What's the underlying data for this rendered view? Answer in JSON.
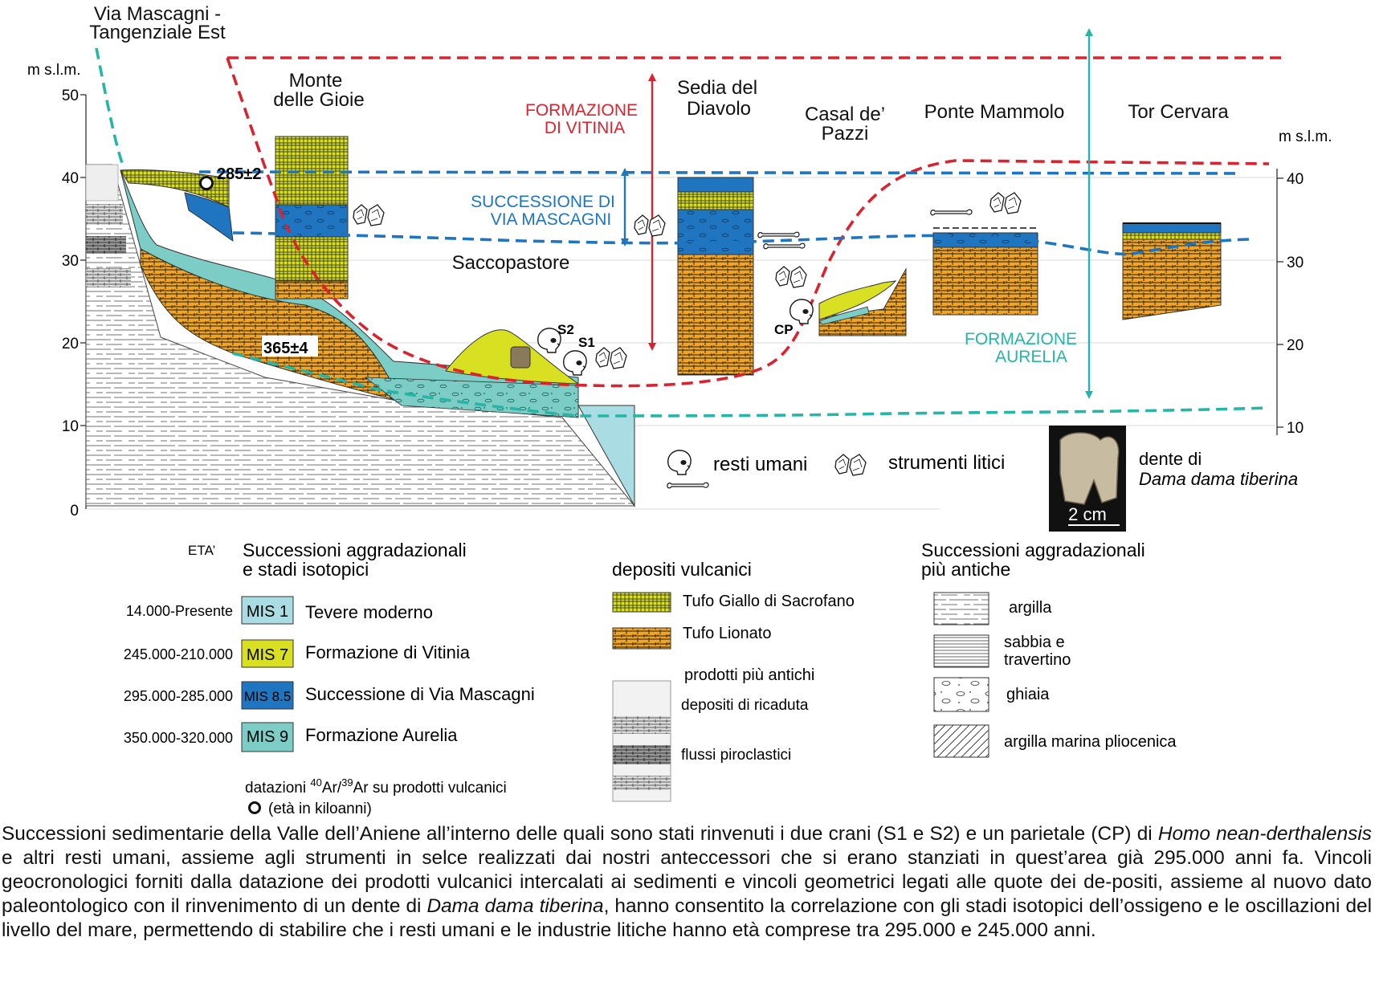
{
  "axis": {
    "left_label": "m s.l.m.",
    "right_label": "m s.l.m.",
    "left_ticks": [
      "50",
      "40",
      "30",
      "20",
      "10",
      "0"
    ],
    "right_ticks": [
      "40",
      "30",
      "20",
      "10"
    ]
  },
  "sites": {
    "via_mascagni": "Via Mascagni -",
    "via_mascagni_2": "Tangenziale Est",
    "monte_1": "Monte",
    "monte_2": "delle Gioie",
    "sedia_1": "Sedia del",
    "sedia_2": "Diavolo",
    "casal_1": "Casal de’",
    "casal_2": "Pazzi",
    "ponte": "Ponte Mammolo",
    "tor": "Tor Cervara",
    "saccopastore": "Saccopastore"
  },
  "labels": {
    "vitinia_1": "FORMAZIONE",
    "vitinia_2": "DI VITINIA",
    "mascagni_1": "SUCCESSIONE DI",
    "mascagni_2": "VIA MASCAGNI",
    "aurelia_1": "FORMAZIONE",
    "aurelia_2": "AURELIA",
    "date_285": "285±2",
    "date_365": "365±4",
    "s1": "S1",
    "s2": "S2",
    "cp": "CP"
  },
  "icons_legend": {
    "human": "resti umani",
    "tools": "strumenti litici",
    "tooth_1": "dente di",
    "tooth_2": "Dama dama tiberina",
    "scale": "2 cm"
  },
  "legend": {
    "eta": "ETA’",
    "succ_title_1": "Successioni aggradazionali",
    "succ_title_2": "e stadi isotopici",
    "mis": [
      {
        "age": "14.000-Presente",
        "code": "MIS 1",
        "name": "Tevere moderno",
        "color": "#a9dde3"
      },
      {
        "age": "245.000-210.000",
        "code": "MIS 7",
        "name": "Formazione di Vitinia",
        "color": "#d9e021"
      },
      {
        "age": "295.000-285.000",
        "code": "MIS 8.5",
        "name": "Successione di Via Mascagni",
        "color": "#1f75bf"
      },
      {
        "age": "350.000-320.000",
        "code": "MIS 9",
        "name": "Formazione Aurelia",
        "color": "#7ccdc6"
      }
    ],
    "datazioni_1": "datazioni",
    "datazioni_sup1": "40",
    "datazioni_ar1": "Ar/",
    "datazioni_sup2": "39",
    "datazioni_2": "Ar su prodotti vulcanici",
    "datazioni_3": "(età in kiloanni)",
    "vulc_title": "depositi vulcanici",
    "tufo_giallo": "Tufo Giallo di Sacrofano",
    "tufo_lionato": "Tufo Lionato",
    "prodotti": "prodotti più antichi",
    "ricaduta": "depositi di ricaduta",
    "flussi": "flussi piroclastici",
    "old_title_1": "Successioni aggradazionali",
    "old_title_2": "più antiche",
    "argilla": "argilla",
    "sabbia_1": "sabbia e",
    "sabbia_2": "travertino",
    "ghiaia": "ghiaia",
    "argilla_marina": "argilla marina pliocenica"
  },
  "caption": {
    "t1": "Successioni sedimentarie della Valle dell’Aniene all’interno delle quali sono stati rinvenuti i due crani (S1 e S2) e un parietale (CP) di ",
    "i1": "Homo nean-derthalensis",
    "t2": " e altri resti umani, assieme agli strumenti in selce realizzati dai nostri anteccessori che si erano stanziati in quest’area già 295.000 anni fa. Vincoli geocronologici forniti dalla datazione dei prodotti vulcanici intercalati ai sedimenti e vincoli geometrici legati alle quote dei de-positi, assieme al nuovo dato paleontologico con il rinvenimento di un dente di ",
    "i2": "Dama dama tiberina",
    "t3": ", hanno consentito la correlazione con gli stadi isotopici dell’ossigeno e le oscillazioni del livello del mare, permettendo di stabilire che i resti umani e le industrie litiche hanno età comprese tra 295.000 e 245.000 anni."
  },
  "colors": {
    "vitinia": "#d8242f",
    "mascagni": "#1f75bf",
    "aurelia": "#26b5a6",
    "yellow": "#d9e021",
    "orange": "#f3a522",
    "teal": "#7ccdc6",
    "light_blue": "#a9dde3"
  }
}
